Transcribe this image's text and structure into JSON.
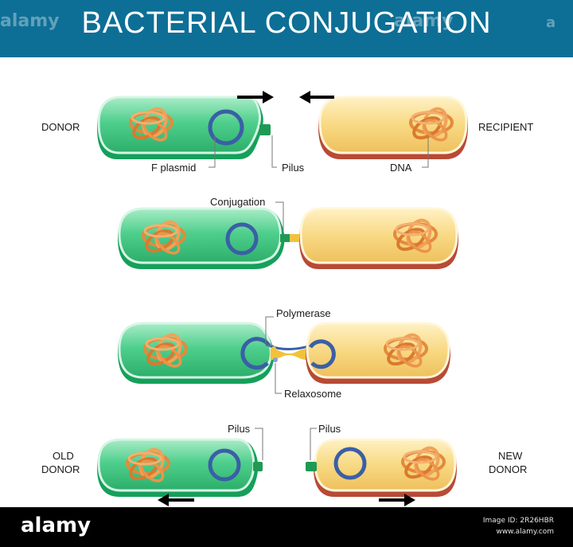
{
  "header": {
    "title": "BACTERIAL CONJUGATION",
    "watermark_left": "alamy",
    "watermark_mid": "alamy",
    "watermark_right": "a"
  },
  "labels": {
    "donor": "DONOR",
    "recipient": "RECIPIENT",
    "f_plasmid": "F plasmid",
    "pilus": "Pilus",
    "dna": "DNA",
    "conjugation": "Conjugation",
    "polymerase": "Polymerase",
    "relaxosome": "Relaxosome",
    "old_donor_line1": "OLD",
    "old_donor_line2": "DONOR",
    "new_donor_line1": "NEW",
    "new_donor_line2": "DONOR"
  },
  "footer": {
    "logo": "alamy",
    "image_id": "Image ID: 2R26HBR",
    "url": "www.alamy.com"
  },
  "colors": {
    "header_bg": "#0d6f96",
    "donor_cell": "#3fc483",
    "donor_base": "#15a05a",
    "recipient_cell": "#f7d780",
    "recipient_base": "#b84a36",
    "dna": "#e48a3c",
    "plasmid": "#3a5fa6"
  }
}
